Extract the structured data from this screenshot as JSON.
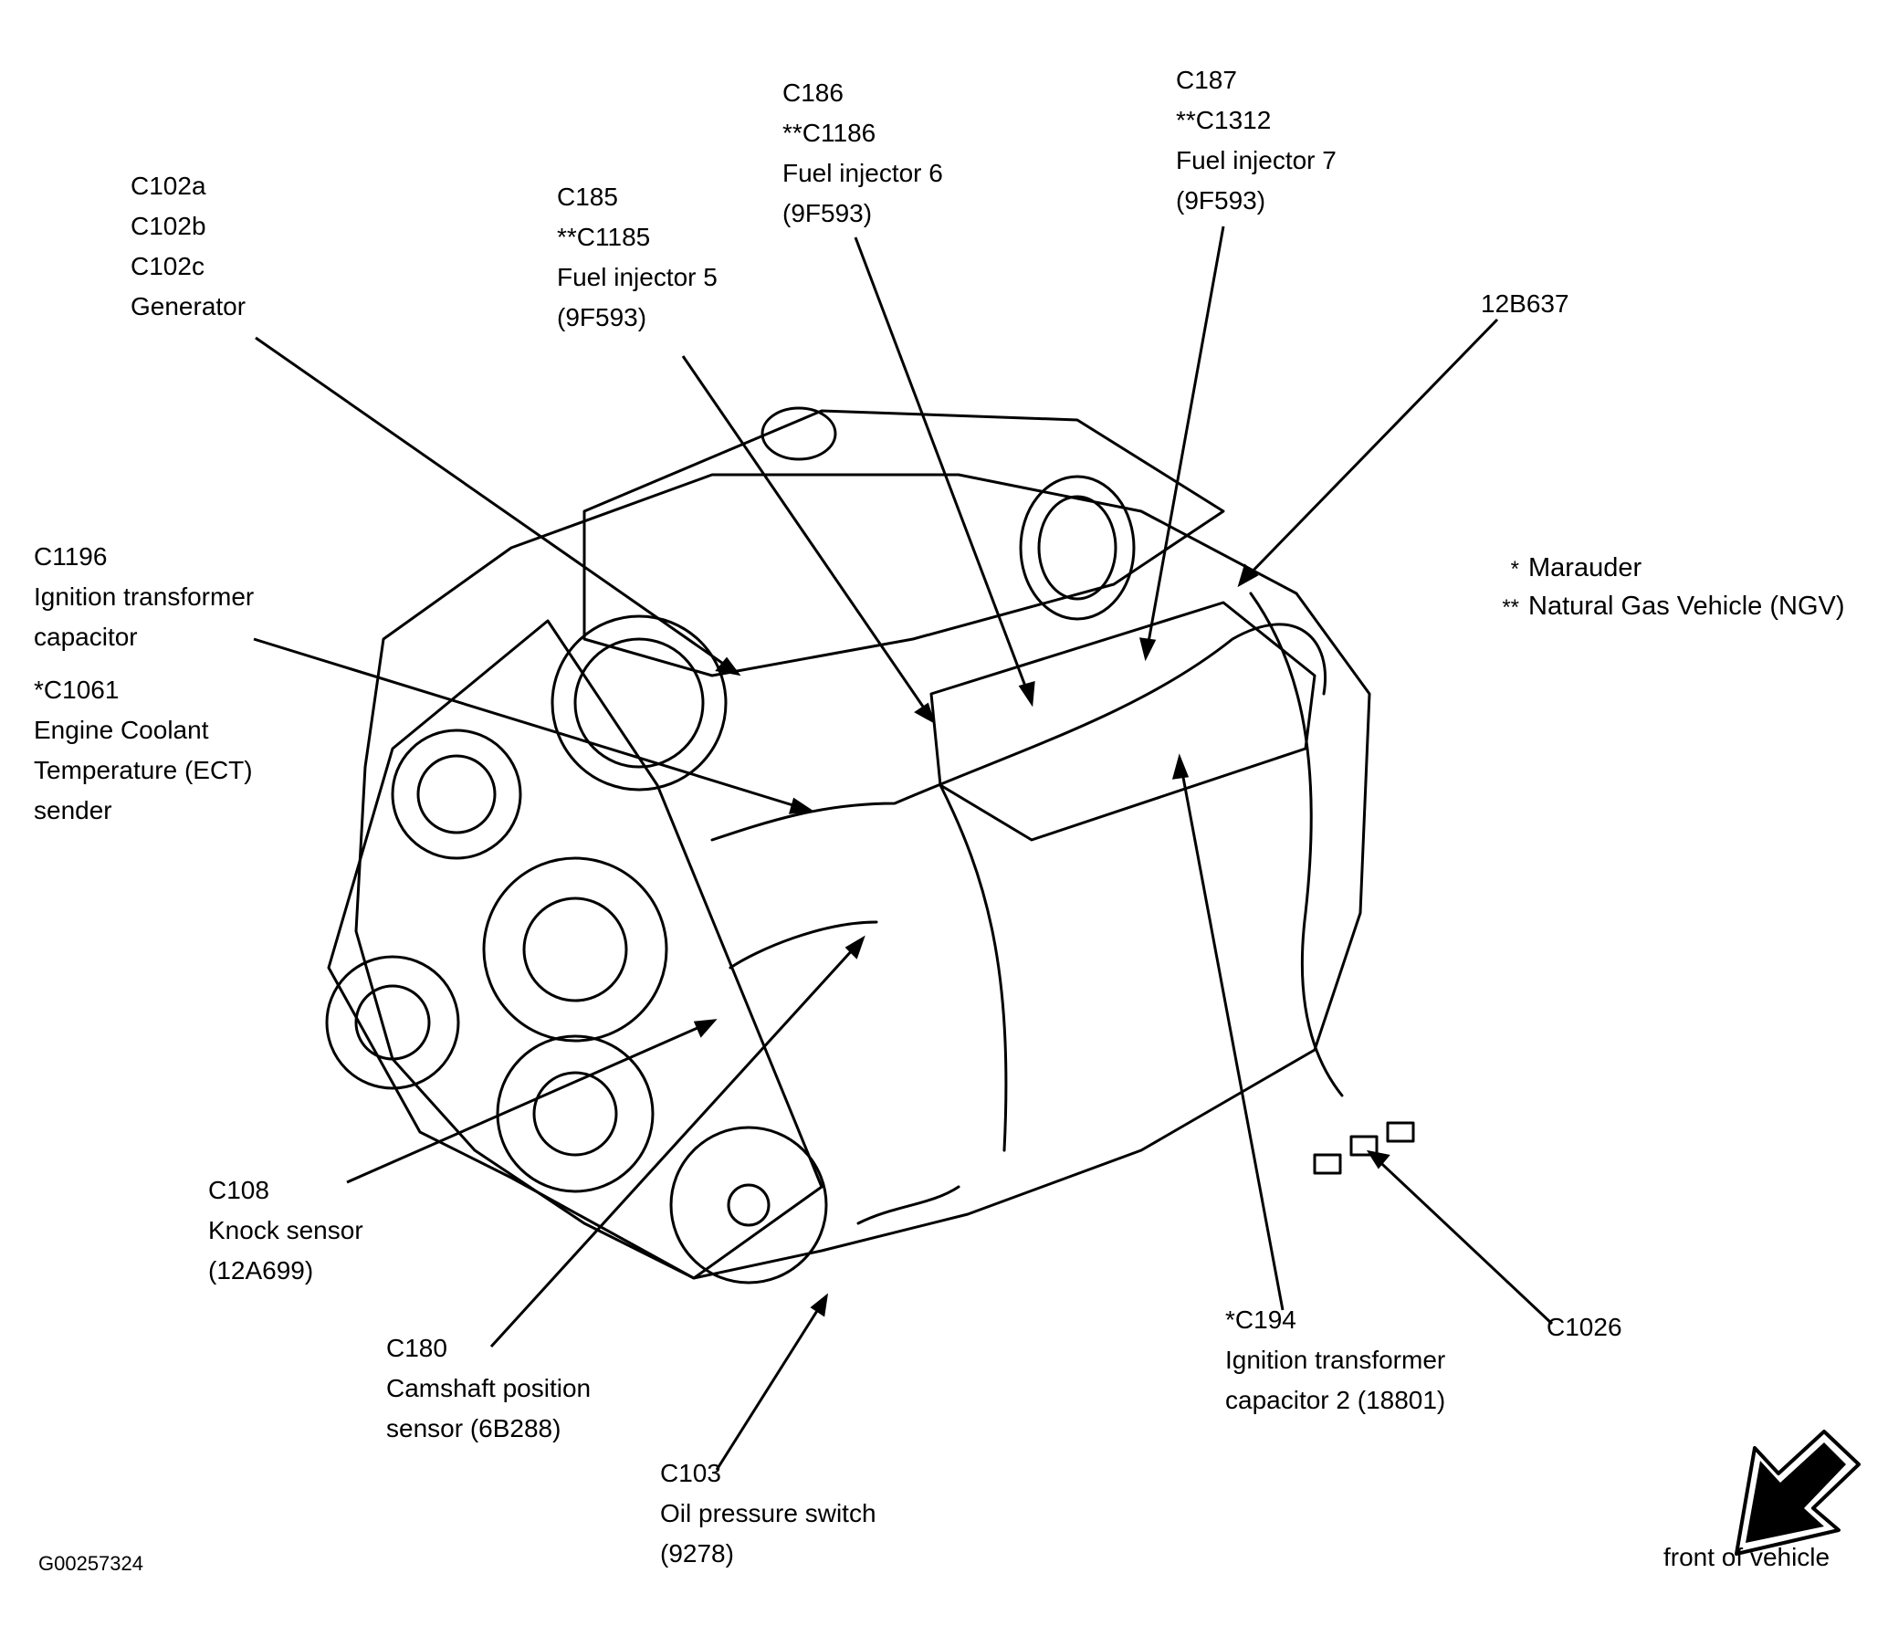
{
  "callouts": {
    "generator": [
      "C102a",
      "C102b",
      "C102c",
      "Generator"
    ],
    "fuel_injector_5": [
      "C185",
      "**C1185",
      "Fuel injector 5",
      "(9F593)"
    ],
    "fuel_injector_6": [
      "C186",
      "**C1186",
      "Fuel injector 6",
      "(9F593)"
    ],
    "fuel_injector_7": [
      "C187",
      "**C1312",
      "Fuel injector 7",
      "(9F593)"
    ],
    "harness": [
      "12B637"
    ],
    "ignition_transformer_capacitor": [
      "C1196",
      "Ignition transformer",
      "capacitor"
    ],
    "ect_sender": [
      "*C1061",
      "Engine Coolant",
      "Temperature (ECT)",
      "sender"
    ],
    "knock_sensor": [
      "C108",
      "Knock sensor",
      "(12A699)"
    ],
    "camshaft_position_sensor": [
      "C180",
      "Camshaft position",
      "sensor (6B288)"
    ],
    "oil_pressure_switch": [
      "C103",
      "Oil pressure switch",
      "(9278)"
    ],
    "ignition_transformer_capacitor_2": [
      "*C194",
      "Ignition transformer",
      "capacitor 2 (18801)"
    ],
    "c1026": [
      "C1026"
    ]
  },
  "legend": [
    {
      "mark": "*",
      "text": "Marauder"
    },
    {
      "mark": "**",
      "text": "Natural Gas Vehicle (NGV)"
    }
  ],
  "figure_id": "G00257324",
  "front_of_vehicle": "front of vehicle"
}
